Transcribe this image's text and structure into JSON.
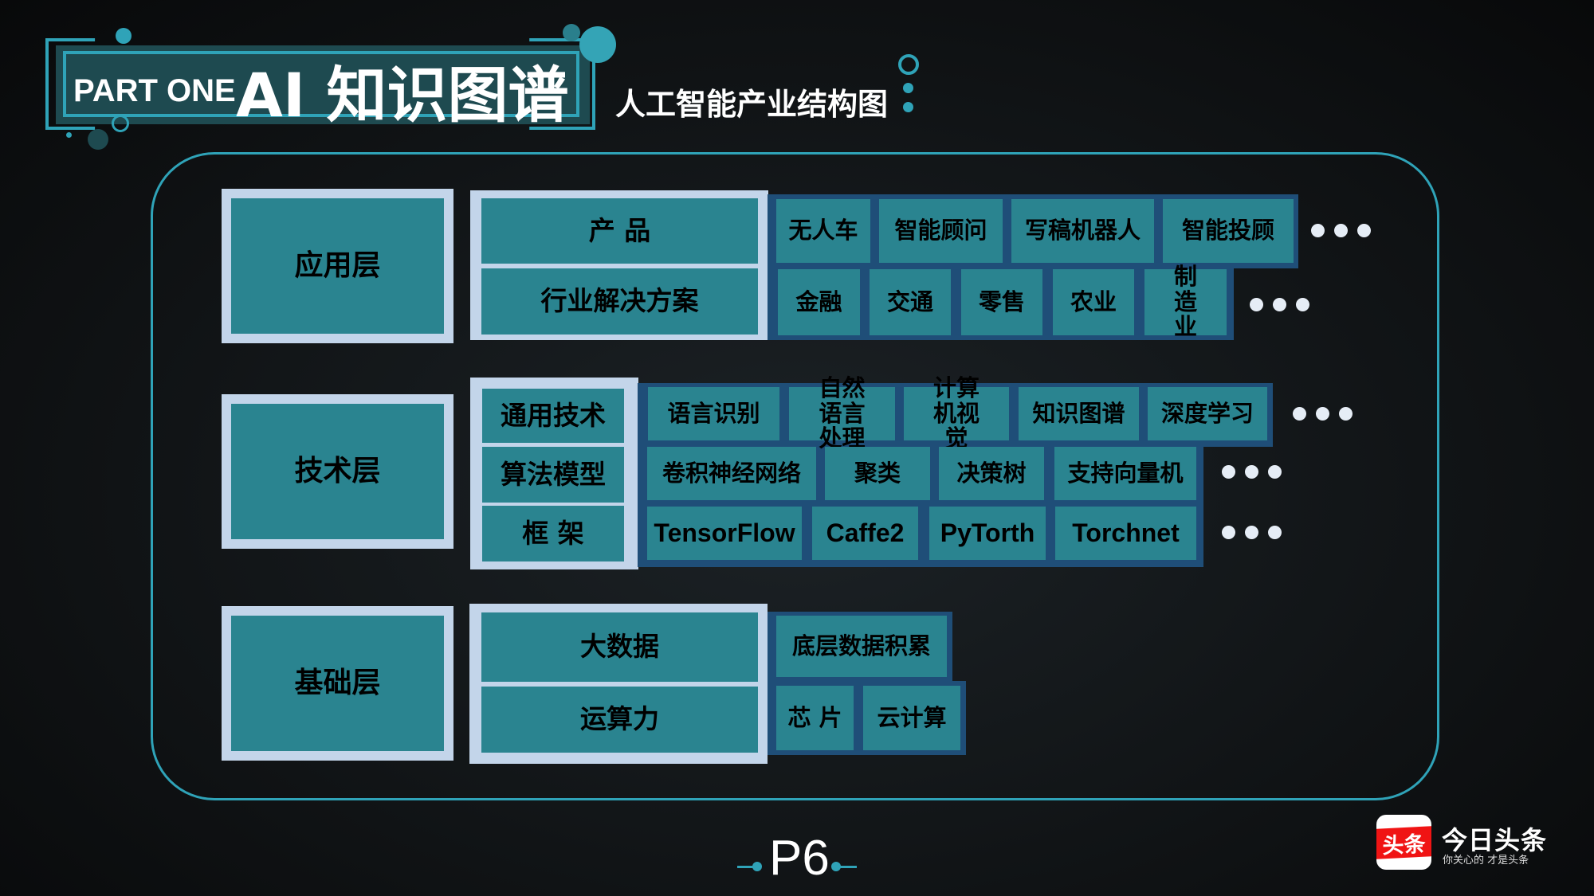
{
  "header": {
    "part": "PART ONE",
    "title": "AI 知识图谱",
    "subtitle": "人工智能产业结构图"
  },
  "layers": {
    "app": {
      "label": "应用层",
      "mid": [
        "产 品",
        "行业解决方案"
      ],
      "row1": [
        "无人车",
        "智能顾问",
        "写稿机器人",
        "智能投顾"
      ],
      "row2": [
        "金融",
        "交通",
        "零售",
        "农业",
        "制造业"
      ]
    },
    "tech": {
      "label": "技术层",
      "mid": [
        "通用技术",
        "算法模型",
        "框 架"
      ],
      "row1": [
        "语言识别",
        "自然语言处理",
        "计算机视觉",
        "知识图谱",
        "深度学习"
      ],
      "row2": [
        "卷积神经网络",
        "聚类",
        "决策树",
        "支持向量机"
      ],
      "row3": [
        "TensorFlow",
        "Caffe2",
        "PyTorth",
        "Torchnet"
      ]
    },
    "base": {
      "label": "基础层",
      "mid": [
        "大数据",
        "运算力"
      ],
      "row1": [
        "底层数据积累"
      ],
      "row2": [
        "芯 片",
        "云计算"
      ]
    }
  },
  "footer": {
    "page": "P6",
    "logo_text": "头条",
    "brand": "今日头条",
    "slogan": "你关心的 才是头条"
  },
  "colors": {
    "accent": "#2fa3b8",
    "cell": "#2a8490",
    "frame_dark": "#1f4e78",
    "frame_light": "#c3d5ea"
  }
}
